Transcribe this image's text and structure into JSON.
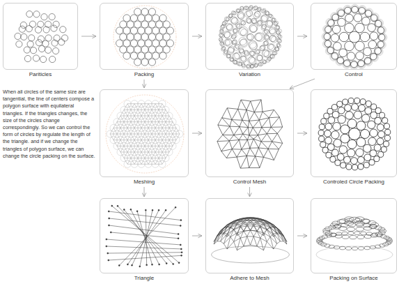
{
  "diagram": {
    "nodes": [
      {
        "text": [
          "Pariticles"
        ]
      },
      {
        "text": [
          "Packing"
        ]
      },
      {
        "text": [
          "Variation"
        ]
      },
      {
        "text": [
          "Control"
        ]
      },
      {
        "text": [
          "Meshing"
        ]
      },
      {
        "text": [
          "Control Mesh"
        ]
      },
      {
        "text": [
          "Controled Circle Packing"
        ]
      },
      {
        "text": [
          "Triangle"
        ]
      },
      {
        "text": [
          "Adhere to Mesh"
        ]
      },
      {
        "text": [
          "Packing on Surface"
        ]
      }
    ],
    "edges": [
      {
        "from": 0,
        "to": 1,
        "arrow": "to"
      },
      {
        "from": 1,
        "to": 2,
        "arrow": "to"
      },
      {
        "from": 2,
        "to": 3,
        "arrow": "to"
      },
      {
        "from": 3,
        "to": 5,
        "arrow": "to"
      },
      {
        "from": 1,
        "to": 4,
        "arrow": "to"
      },
      {
        "from": 4,
        "to": 5,
        "arrow": "to"
      },
      {
        "from": 5,
        "to": 6,
        "arrow": "to"
      },
      {
        "from": 4,
        "to": 7,
        "arrow": "to"
      },
      {
        "from": 5,
        "to": 8,
        "arrow": "to"
      },
      {
        "from": 7,
        "to": 8,
        "arrow": "to"
      },
      {
        "from": 8,
        "to": 9,
        "arrow": "to"
      }
    ],
    "labels": [
      "When all circles of the same size are tangential, the line of centers compose a polygon surface with equilateral triangles. If the triangles changes, the size of the circles change correspondingly. So we can control the form of circles by regulate the length of the triangle. and if we change the triangles of polygon surface, we can change the circle packing on the surface."
    ]
  }
}
